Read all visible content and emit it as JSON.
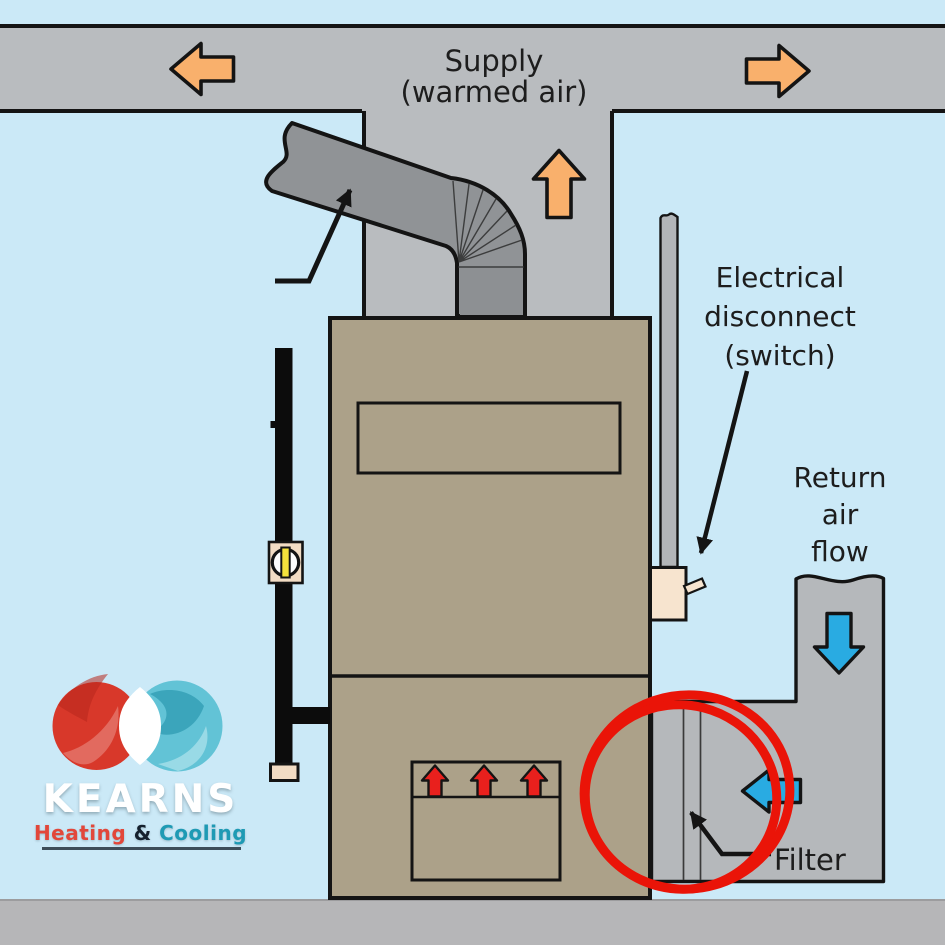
{
  "labels": {
    "supply_line1": "Supply",
    "supply_line2": "(warmed air)",
    "electrical_line1": "Electrical",
    "electrical_line2": "disconnect",
    "electrical_line3": "(switch)",
    "return_line1": "Return",
    "return_line2": "air",
    "return_line3": "flow",
    "filter": "Filter"
  },
  "logo": {
    "name": "KEARNS",
    "tagline_heating": "Heating",
    "tagline_amp": "&",
    "tagline_cooling": "Cooling"
  },
  "icons": {
    "airflow-left-arrow-icon": "orange arrow pointing left in supply duct",
    "airflow-right-arrow-icon": "orange arrow pointing right in supply duct",
    "airflow-up-arrow-icon": "orange arrow pointing up in supply plenum",
    "return-down-arrow-icon": "blue arrow pointing down in return duct",
    "return-left-arrow-icon": "blue arrow pointing left into filter",
    "burner-flame-arrow-icons": "three small red arrows pointing up in burner box",
    "filter-highlight-circle": "hand-drawn red double circle around filter slot"
  },
  "colors": {
    "background": "#cbe9f7",
    "duct_gray": "#b9bcbf",
    "return_duct_gray": "#b5b8bb",
    "flue_gray": "#909396",
    "furnace_tan": "#aca189",
    "floor_gray": "#b6b6b8",
    "outline_black": "#141414",
    "warm_arrow_orange": "#f9b06c",
    "cool_arrow_blue": "#29abe2",
    "burner_arrow_red": "#e9201d",
    "highlight_red": "#ea1408",
    "beige": "#f2dcc4",
    "valve_yellow": "#f5e23c",
    "logo_red": "#d8382a",
    "logo_teal": "#62c3d6"
  }
}
